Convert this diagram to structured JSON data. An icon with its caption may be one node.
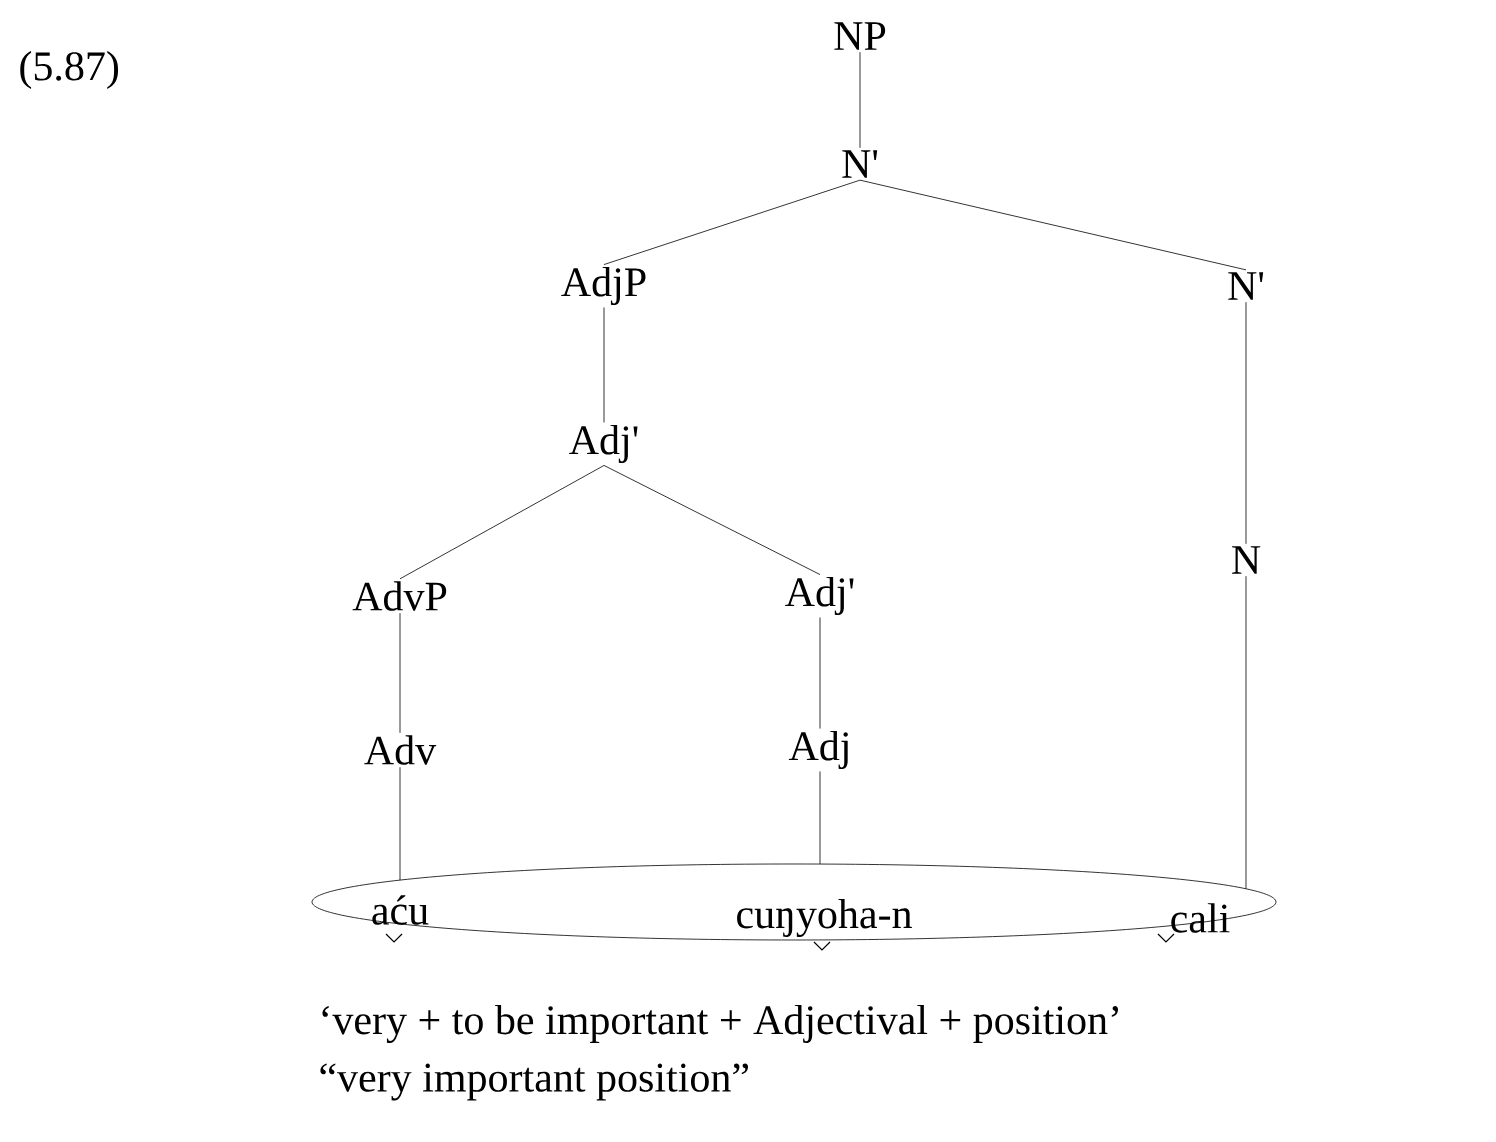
{
  "diagram": {
    "nodes": [
      {
        "text": [
          "NP"
        ]
      },
      {
        "text": [
          "N'"
        ]
      },
      {
        "text": [
          "AdjP"
        ]
      },
      {
        "text": [
          "N'"
        ]
      },
      {
        "text": [
          "Adj'"
        ]
      },
      {
        "text": [
          "AdvP"
        ]
      },
      {
        "text": [
          "Adj'"
        ]
      },
      {
        "text": [
          "N"
        ]
      },
      {
        "text": [
          "Adv"
        ]
      },
      {
        "text": [
          "Adj"
        ]
      },
      {
        "text": [],
        "shape": "ellipse"
      },
      {
        "text": [
          "aću"
        ],
        "in": 10
      },
      {
        "text": [
          "cuŋyoha-n"
        ],
        "in": 10
      },
      {
        "text": [
          "cali"
        ],
        "in": 10
      }
    ],
    "edges": [
      {
        "from": 0,
        "to": 1,
        "arrow": "none"
      },
      {
        "from": 1,
        "to": 2,
        "arrow": "none"
      },
      {
        "from": 1,
        "to": 3,
        "arrow": "none"
      },
      {
        "from": 2,
        "to": 4,
        "arrow": "none"
      },
      {
        "from": 3,
        "to": 7,
        "arrow": "none"
      },
      {
        "from": 4,
        "to": 5,
        "arrow": "none"
      },
      {
        "from": 4,
        "to": 6,
        "arrow": "none"
      },
      {
        "from": 5,
        "to": 8,
        "arrow": "none"
      },
      {
        "from": 6,
        "to": 9,
        "arrow": "none"
      },
      {
        "from": 8,
        "to": 11,
        "arrow": "none"
      },
      {
        "from": 9,
        "to": 12,
        "arrow": "none"
      },
      {
        "from": 7,
        "to": 13,
        "arrow": "none"
      }
    ],
    "labels": [
      "(5.87)",
      "‘very + to be important + Adjectival + position’",
      "“very important position”"
    ]
  }
}
